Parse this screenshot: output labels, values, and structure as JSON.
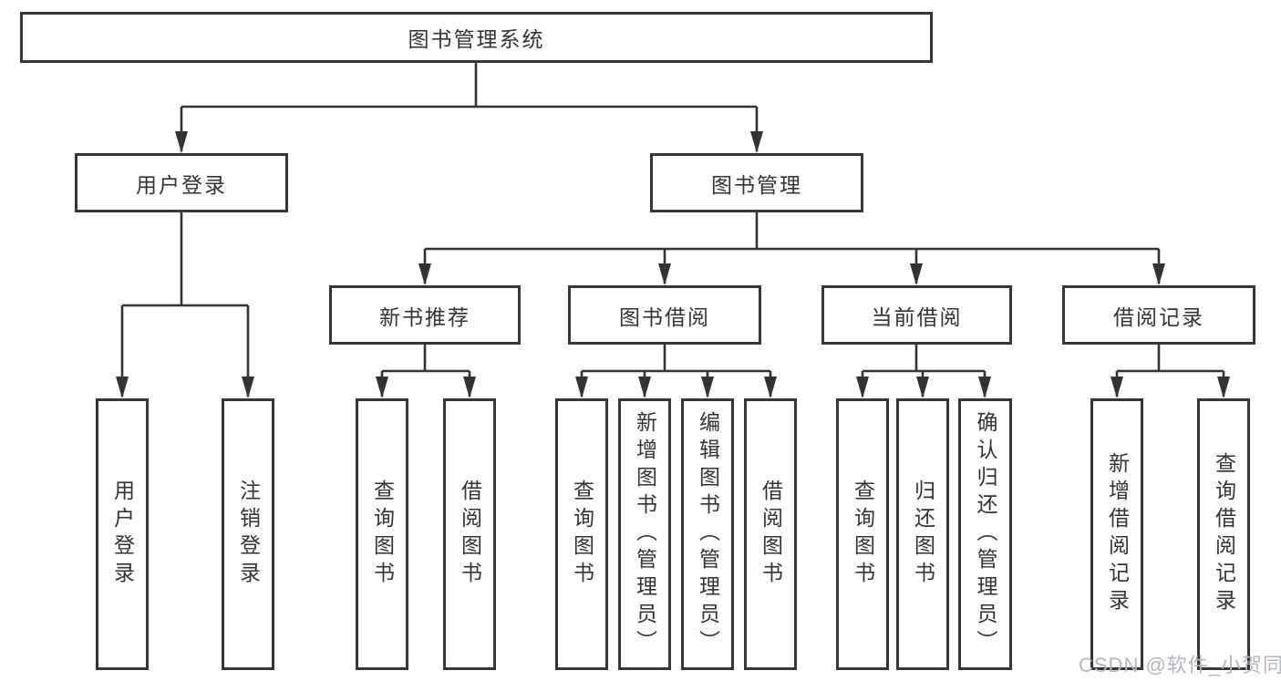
{
  "diagram": {
    "root": {
      "label": "图书管理系统"
    },
    "nodes": [
      {
        "label": "用户登录",
        "children": [
          "用户登录",
          "注销登录"
        ]
      },
      {
        "label": "图书管理",
        "children": [
          {
            "label": "新书推荐",
            "children": [
              "查询图书",
              "借阅图书"
            ]
          },
          {
            "label": "图书借阅",
            "children": [
              "查询图书",
              "新增图书（管理员）",
              "编辑图书（管理员）",
              "借阅图书"
            ]
          },
          {
            "label": "当前借阅",
            "children": [
              "查询图书",
              "归还图书",
              "确认归还（管理员）"
            ]
          },
          {
            "label": "借阅记录",
            "children": [
              "新增借阅记录",
              "查询借阅记录"
            ]
          }
        ]
      }
    ]
  },
  "colors": {
    "line": "#333333",
    "border": "#363636",
    "text": "#333333",
    "watermark": "#b3b7bd",
    "background": "#ffffff"
  },
  "watermark": {
    "text": "CSDN @软件_小贺同学"
  }
}
